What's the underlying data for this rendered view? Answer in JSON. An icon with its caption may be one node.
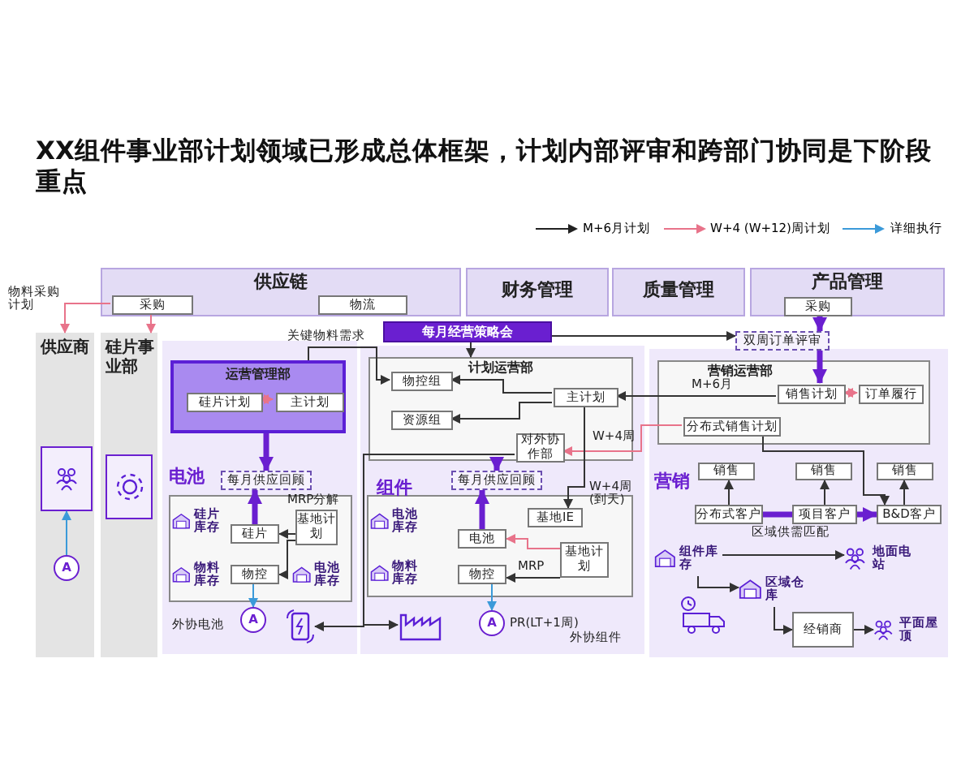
{
  "diagram": {
    "title": "XX组件事业部计划领域已形成总体框架，计划内部评审和跨部门协同是下阶段重点",
    "nodes": [
      {
        "text": [
          "供应链"
        ]
      },
      {
        "text": [
          "采购"
        ],
        "in": 0
      },
      {
        "text": [
          "物流"
        ],
        "in": 0
      },
      {
        "text": [
          "财务管理"
        ]
      },
      {
        "text": [
          "质量管理"
        ]
      },
      {
        "text": [
          "产品管理"
        ]
      },
      {
        "text": [
          "采购"
        ],
        "in": 5
      },
      {
        "text": [
          "每月经营策略会"
        ]
      },
      {
        "text": [
          "双周订单评审"
        ]
      },
      {
        "text": [
          "供应商"
        ]
      },
      {
        "text": [],
        "shape": "picture",
        "in": 9
      },
      {
        "text": [
          "硅片事业部"
        ]
      },
      {
        "text": [],
        "shape": "picture",
        "in": 11
      },
      {
        "text": [
          "电池"
        ]
      },
      {
        "text": [
          "运营管理部"
        ],
        "in": 13
      },
      {
        "text": [
          "硅片计划"
        ],
        "in": 14
      },
      {
        "text": [
          "主计划"
        ],
        "in": 14
      },
      {
        "text": [
          "每月供应回顾"
        ],
        "in": 13
      },
      {
        "text": [
          "硅片库存"
        ],
        "in": 13
      },
      {
        "text": [
          "硅片"
        ],
        "in": 13
      },
      {
        "text": [
          "基地计划"
        ],
        "in": 13
      },
      {
        "text": [
          "物料库存"
        ],
        "in": 13
      },
      {
        "text": [
          "物控"
        ],
        "in": 13
      },
      {
        "text": [
          "电池库存"
        ],
        "in": 13
      },
      {
        "text": [
          "A"
        ],
        "in": 13
      },
      {
        "text": [],
        "shape": "picture",
        "in": 13
      },
      {
        "text": [
          "组件"
        ]
      },
      {
        "text": [
          "计划运营部"
        ],
        "in": 26
      },
      {
        "text": [
          "物控组"
        ],
        "in": 27
      },
      {
        "text": [
          "资源组"
        ],
        "in": 27
      },
      {
        "text": [
          "主计划"
        ],
        "in": 27
      },
      {
        "text": [
          "对外协作部"
        ],
        "in": 27
      },
      {
        "text": [
          "每月供应回顾"
        ],
        "in": 26
      },
      {
        "text": [
          "电池库存"
        ],
        "in": 26
      },
      {
        "text": [
          "基地IE"
        ],
        "in": 26
      },
      {
        "text": [
          "电池"
        ],
        "in": 26
      },
      {
        "text": [
          "物料库存"
        ],
        "in": 26
      },
      {
        "text": [
          "物控"
        ],
        "in": 26
      },
      {
        "text": [
          "基地计划"
        ],
        "in": 26
      },
      {
        "text": [
          "A"
        ],
        "in": 26
      },
      {
        "text": [],
        "shape": "picture",
        "in": 26
      },
      {
        "text": [
          "营销"
        ]
      },
      {
        "text": [
          "营销运营部"
        ],
        "in": 41
      },
      {
        "text": [
          "销售计划"
        ],
        "in": 42
      },
      {
        "text": [
          "订单履行"
        ],
        "in": 42
      },
      {
        "text": [
          "分布式销售计划"
        ],
        "in": 42
      },
      {
        "text": [
          "销售"
        ],
        "in": 41
      },
      {
        "text": [
          "销售"
        ],
        "in": 41
      },
      {
        "text": [
          "销售"
        ],
        "in": 41
      },
      {
        "text": [
          "分布式客户"
        ],
        "in": 41
      },
      {
        "text": [
          "项目客户"
        ],
        "in": 41
      },
      {
        "text": [
          "B&D客户"
        ],
        "in": 41
      },
      {
        "text": [
          "组件库存"
        ],
        "in": 41
      },
      {
        "text": [
          "地面电站"
        ],
        "in": 41
      },
      {
        "text": [
          "区域仓库"
        ],
        "in": 41
      },
      {
        "text": [
          "经销商"
        ],
        "in": 41
      },
      {
        "text": [
          "平面屋顶"
        ],
        "in": 41
      },
      {
        "text": [],
        "shape": "picture",
        "in": 41
      },
      {
        "text": [
          "A"
        ],
        "in": 9
      }
    ],
    "edges": [
      {
        "from": 1,
        "to": 9,
        "arrow": "to",
        "label": "物料采购计划",
        "color": "#e8738a"
      },
      {
        "from": 1,
        "to": 11,
        "arrow": "to",
        "color": "#e8738a"
      },
      {
        "from": 58,
        "to": 10,
        "arrow": "to",
        "color": "#3b9ad9"
      },
      {
        "from": 22,
        "to": 24,
        "arrow": "to",
        "color": "#3b9ad9"
      },
      {
        "from": 15,
        "to": 16,
        "arrow": "both",
        "color": "#e8738a"
      },
      {
        "from": 14,
        "to": 17,
        "arrow": "to",
        "style": "thick",
        "color": "#6a1fd0"
      },
      {
        "from": 19,
        "to": 17,
        "arrow": "to",
        "style": "thick",
        "color": "#6a1fd0"
      },
      {
        "from": 20,
        "to": 19,
        "arrow": "to"
      },
      {
        "from": 20,
        "to": 22,
        "arrow": "to"
      },
      {
        "from": 14,
        "to": 28,
        "arrow": "to",
        "label": "关键物料需求"
      },
      {
        "from": 7,
        "to": 27,
        "arrow": "to"
      },
      {
        "from": 7,
        "to": 8,
        "arrow": "to"
      },
      {
        "from": 27,
        "to": 32,
        "arrow": "to",
        "style": "thick",
        "color": "#6a1fd0"
      },
      {
        "from": 35,
        "to": 32,
        "arrow": "to",
        "style": "thick",
        "color": "#6a1fd0"
      },
      {
        "from": 43,
        "to": 30,
        "arrow": "to",
        "label": "M+6月"
      },
      {
        "from": 45,
        "to": 31,
        "arrow": "to",
        "label": "W+4周",
        "color": "#e8738a"
      },
      {
        "from": 30,
        "to": 28,
        "arrow": "to"
      },
      {
        "from": 30,
        "to": 29,
        "arrow": "to"
      },
      {
        "from": 30,
        "to": 34,
        "arrow": "to",
        "label": "W+4周 (到天)"
      },
      {
        "from": 38,
        "to": 35,
        "arrow": "to",
        "color": "#e8738a"
      },
      {
        "from": 38,
        "to": 37,
        "arrow": "to",
        "label": "MRP"
      },
      {
        "from": 37,
        "to": 39,
        "arrow": "to",
        "label": "PR(LT+1周)",
        "color": "#3b9ad9"
      },
      {
        "from": 31,
        "to": 40,
        "arrow": "to"
      },
      {
        "from": 31,
        "to": 25,
        "arrow": "to"
      },
      {
        "from": 6,
        "to": 8,
        "arrow": "to",
        "style": "thick",
        "color": "#6a1fd0"
      },
      {
        "from": 8,
        "to": 43,
        "arrow": "to",
        "style": "thick",
        "color": "#6a1fd0"
      },
      {
        "from": 43,
        "to": 44,
        "arrow": "both",
        "color": "#e8738a"
      },
      {
        "from": 49,
        "to": 46,
        "arrow": "to"
      },
      {
        "from": 50,
        "to": 47,
        "arrow": "to"
      },
      {
        "from": 51,
        "to": 48,
        "arrow": "to"
      },
      {
        "from": 49,
        "to": 50,
        "arrow": "none",
        "style": "thick",
        "color": "#6a1fd0"
      },
      {
        "from": 50,
        "to": 51,
        "arrow": "to",
        "style": "thick",
        "color": "#6a1fd0"
      },
      {
        "from": 45,
        "to": 51,
        "arrow": "to"
      },
      {
        "from": 52,
        "to": 53,
        "arrow": "to"
      },
      {
        "from": 52,
        "to": 54,
        "arrow": "to"
      },
      {
        "from": 54,
        "to": 55,
        "arrow": "to"
      },
      {
        "from": 55,
        "to": 56,
        "arrow": "to"
      }
    ],
    "labels": [
      "MRP分解",
      "外协电池",
      "外协组件",
      "区域供需匹配"
    ],
    "legend": [
      {
        "text": "M+6月计划"
      },
      {
        "text": "W+4 (W+12)周计划"
      },
      {
        "text": "详细执行"
      }
    ]
  }
}
